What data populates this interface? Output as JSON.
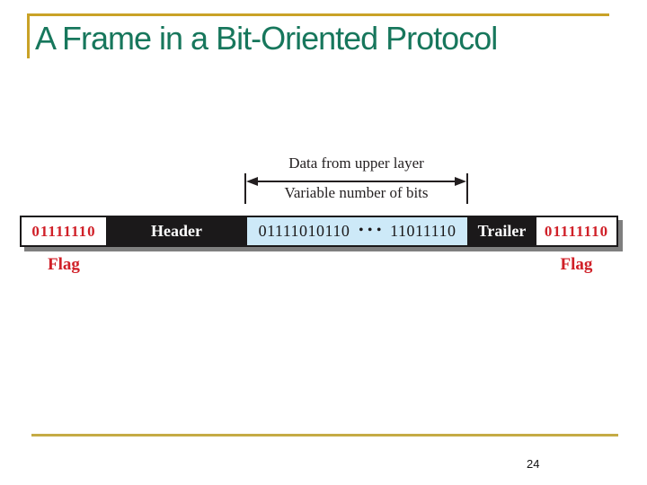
{
  "slide": {
    "title": "A Frame in a Bit-Oriented Protocol",
    "page_number": "24"
  },
  "diagram": {
    "arrow": {
      "top_label": "Data from upper layer",
      "bottom_label": "Variable number of bits"
    },
    "frame": {
      "flag_left": {
        "bits": "01111110",
        "caption": "Flag"
      },
      "header": {
        "label": "Header"
      },
      "data": {
        "bits_left": "01111010110",
        "ellipsis": "•••",
        "bits_right": "11011110"
      },
      "trailer": {
        "label": "Trailer"
      },
      "flag_right": {
        "bits": "01111110",
        "caption": "Flag"
      }
    }
  },
  "colors": {
    "title-green": "#17775c",
    "rule-gold": "#c9a227",
    "bottom-rule-gold": "#c5ab45",
    "flag-red": "#d02028",
    "data-blue": "#cde9f8",
    "segment-black": "#1b191a",
    "shadow-gray": "#7f7f7f"
  }
}
